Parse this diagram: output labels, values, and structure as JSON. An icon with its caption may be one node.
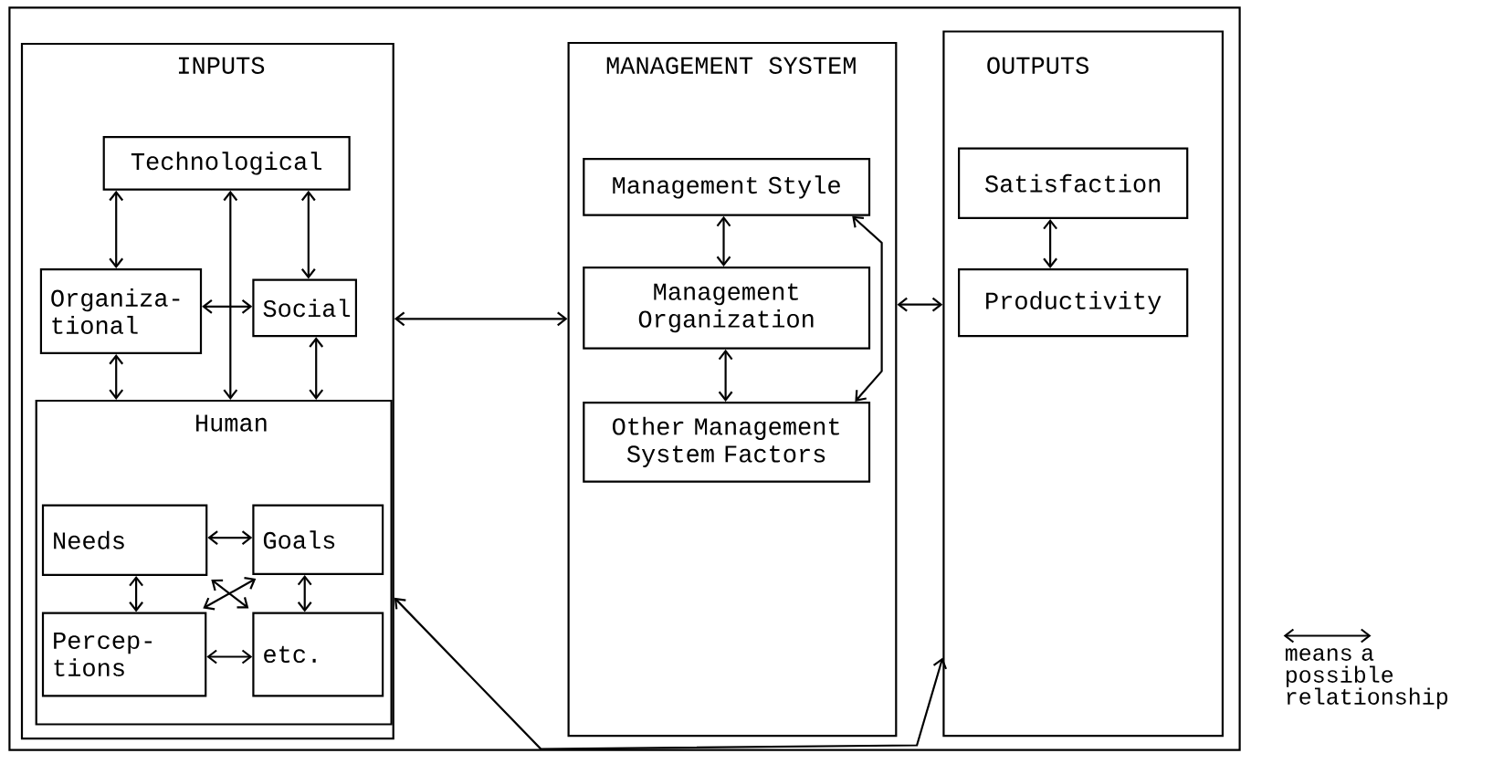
{
  "diagram": {
    "nodes": [
      {
        "text": [
          "INPUTS"
        ]
      },
      {
        "text": [
          "Technological"
        ],
        "in": 0
      },
      {
        "text": [
          "Organiza- tional"
        ],
        "in": 0
      },
      {
        "text": [
          "Social"
        ],
        "in": 0
      },
      {
        "text": [
          "Human"
        ],
        "in": 0
      },
      {
        "text": [
          "Needs"
        ],
        "in": 4
      },
      {
        "text": [
          "Goals"
        ],
        "in": 4
      },
      {
        "text": [
          "Percep- tions"
        ],
        "in": 4
      },
      {
        "text": [
          "etc."
        ],
        "in": 4
      },
      {
        "text": [
          "MANAGEMENT SYSTEM"
        ]
      },
      {
        "text": [
          "Management Style"
        ],
        "in": 9
      },
      {
        "text": [
          "Management Organization"
        ],
        "in": 9
      },
      {
        "text": [
          "Other Management System Factors"
        ],
        "in": 9
      },
      {
        "text": [
          "OUTPUTS"
        ]
      },
      {
        "text": [
          "Satisfaction"
        ],
        "in": 13
      },
      {
        "text": [
          "Productivity"
        ],
        "in": 13
      }
    ],
    "edges": [
      {
        "from": 1,
        "to": 2,
        "arrow": "both"
      },
      {
        "from": 1,
        "to": 4,
        "arrow": "both"
      },
      {
        "from": 1,
        "to": 3,
        "arrow": "both"
      },
      {
        "from": 2,
        "to": 3,
        "arrow": "both"
      },
      {
        "from": 2,
        "to": 4,
        "arrow": "both"
      },
      {
        "from": 3,
        "to": 4,
        "arrow": "both"
      },
      {
        "from": 5,
        "to": 6,
        "arrow": "both"
      },
      {
        "from": 5,
        "to": 7,
        "arrow": "both"
      },
      {
        "from": 6,
        "to": 8,
        "arrow": "both"
      },
      {
        "from": 7,
        "to": 8,
        "arrow": "both"
      },
      {
        "from": 5,
        "to": 8,
        "arrow": "both"
      },
      {
        "from": 6,
        "to": 7,
        "arrow": "both"
      },
      {
        "from": 0,
        "to": 9,
        "arrow": "both"
      },
      {
        "from": 10,
        "to": 11,
        "arrow": "both"
      },
      {
        "from": 11,
        "to": 12,
        "arrow": "both"
      },
      {
        "from": 10,
        "to": 12,
        "arrow": "both"
      },
      {
        "from": 9,
        "to": 13,
        "arrow": "both"
      },
      {
        "from": 14,
        "to": 15,
        "arrow": "both"
      },
      {
        "from": 13,
        "to": 0,
        "arrow": "both"
      }
    ],
    "legend": [
      {
        "text": "means a possible relationship"
      }
    ]
  }
}
